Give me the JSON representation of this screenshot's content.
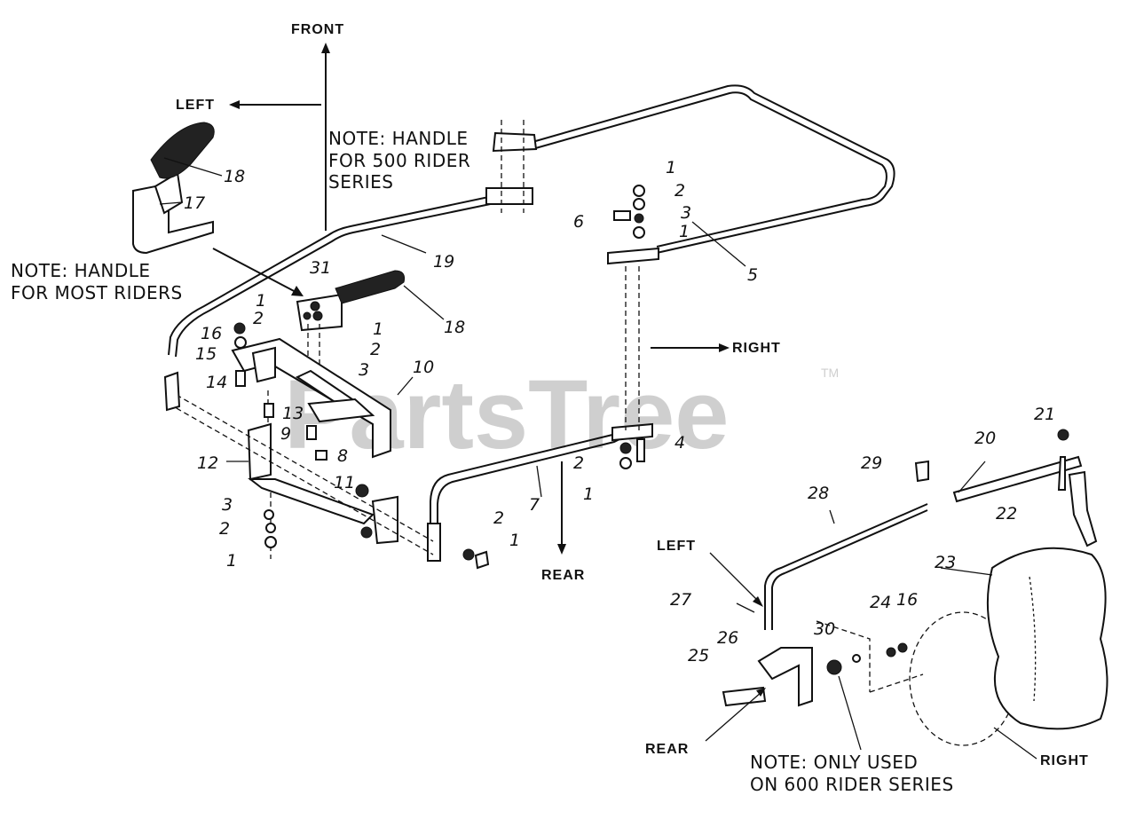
{
  "directions": {
    "front": "FRONT",
    "left_top": "LEFT",
    "right_mid": "RIGHT",
    "rear_mid": "REAR",
    "left_bottom": "LEFT",
    "rear_bottom": "REAR",
    "right_bottom": "RIGHT"
  },
  "notes": {
    "handle_500": [
      "NOTE: HANDLE",
      "FOR 500 RIDER",
      "SERIES"
    ],
    "handle_most": [
      "NOTE: HANDLE",
      "FOR MOST RIDERS"
    ],
    "only_600": [
      "NOTE: ONLY USED",
      "ON 600 RIDER SERIES"
    ]
  },
  "watermark": {
    "text": "PartsTree",
    "tm": "TM"
  },
  "callouts": [
    {
      "id": "c-18a",
      "text": "18"
    },
    {
      "id": "c-17",
      "text": "17"
    },
    {
      "id": "c-31",
      "text": "31"
    },
    {
      "id": "c-1a",
      "text": "1"
    },
    {
      "id": "c-2a",
      "text": "2"
    },
    {
      "id": "c-18b",
      "text": "18"
    },
    {
      "id": "c-1b",
      "text": "1"
    },
    {
      "id": "c-2b",
      "text": "2"
    },
    {
      "id": "c-3a",
      "text": "3"
    },
    {
      "id": "c-16a",
      "text": "16"
    },
    {
      "id": "c-15",
      "text": "15"
    },
    {
      "id": "c-14",
      "text": "14"
    },
    {
      "id": "c-10",
      "text": "10"
    },
    {
      "id": "c-13",
      "text": "13"
    },
    {
      "id": "c-9",
      "text": "9"
    },
    {
      "id": "c-8",
      "text": "8"
    },
    {
      "id": "c-12",
      "text": "12"
    },
    {
      "id": "c-11",
      "text": "11"
    },
    {
      "id": "c-3b",
      "text": "3"
    },
    {
      "id": "c-2c",
      "text": "2"
    },
    {
      "id": "c-1c",
      "text": "1"
    },
    {
      "id": "c-2d",
      "text": "2"
    },
    {
      "id": "c-1d",
      "text": "1"
    },
    {
      "id": "c-7",
      "text": "7"
    },
    {
      "id": "c-19",
      "text": "19"
    },
    {
      "id": "c-5",
      "text": "5"
    },
    {
      "id": "c-1e",
      "text": "1"
    },
    {
      "id": "c-2e",
      "text": "2"
    },
    {
      "id": "c-3c",
      "text": "3"
    },
    {
      "id": "c-1f",
      "text": "1"
    },
    {
      "id": "c-6",
      "text": "6"
    },
    {
      "id": "c-4",
      "text": "4"
    },
    {
      "id": "c-2f",
      "text": "2"
    },
    {
      "id": "c-1g",
      "text": "1"
    },
    {
      "id": "c-21",
      "text": "21"
    },
    {
      "id": "c-20",
      "text": "20"
    },
    {
      "id": "c-29",
      "text": "29"
    },
    {
      "id": "c-22",
      "text": "22"
    },
    {
      "id": "c-28",
      "text": "28"
    },
    {
      "id": "c-23",
      "text": "23"
    },
    {
      "id": "c-27",
      "text": "27"
    },
    {
      "id": "c-24",
      "text": "24"
    },
    {
      "id": "c-16b",
      "text": "16"
    },
    {
      "id": "c-30",
      "text": "30"
    },
    {
      "id": "c-25",
      "text": "25"
    },
    {
      "id": "c-26",
      "text": "26"
    }
  ]
}
